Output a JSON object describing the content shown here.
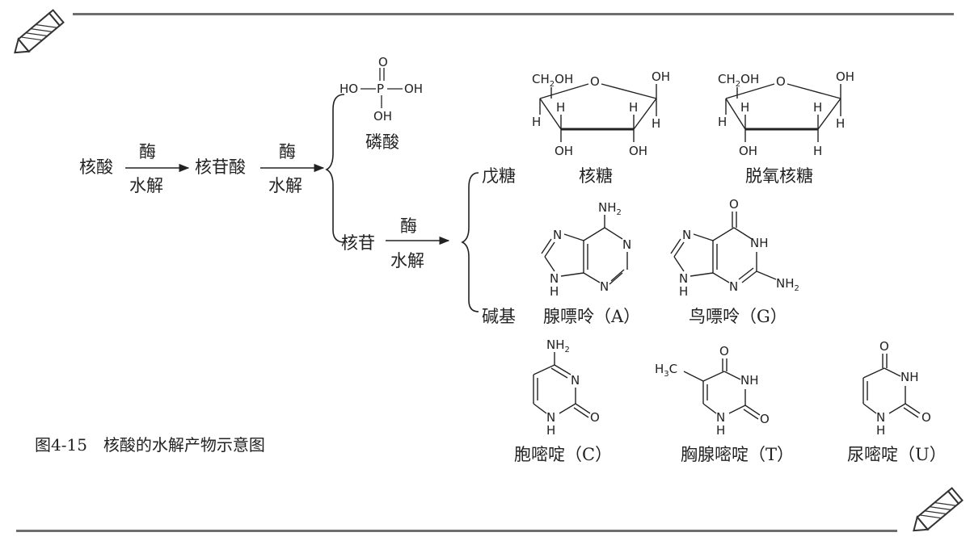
{
  "figure": {
    "caption": "图4-15　核酸的水解产物示意图"
  },
  "flow": {
    "nucleic_acid": "核酸",
    "nucleotide": "核苷酸",
    "nucleoside": "核苷",
    "enzyme": "酶",
    "hydrolysis": "水解"
  },
  "products": {
    "phosphoric_acid": "磷酸",
    "pentose": "戊糖",
    "base": "碱基"
  },
  "sugars": {
    "ribose": "核糖",
    "deoxyribose": "脱氧核糖"
  },
  "bases": {
    "adenine": "腺嘌呤（A）",
    "guanine": "鸟嘌呤（G）",
    "cytosine": "胞嘧啶（C）",
    "thymine": "胸腺嘧啶（T）",
    "uracil": "尿嘧啶（U）"
  },
  "atoms": {
    "ho": "HO",
    "oh": "OH",
    "p": "P",
    "o": "O",
    "h": "H",
    "n": "N",
    "nh": "NH",
    "ch2oh": "CH",
    "ch2oh_sub": "2",
    "ch2oh_tail": "OH",
    "nh2": "NH",
    "nh2_sub": "2",
    "h3c": "H",
    "h3c_sub": "3",
    "h3c_tail": "C"
  },
  "icons": {
    "top_left": "pencil-icon",
    "bottom_right": "pencil-icon"
  }
}
